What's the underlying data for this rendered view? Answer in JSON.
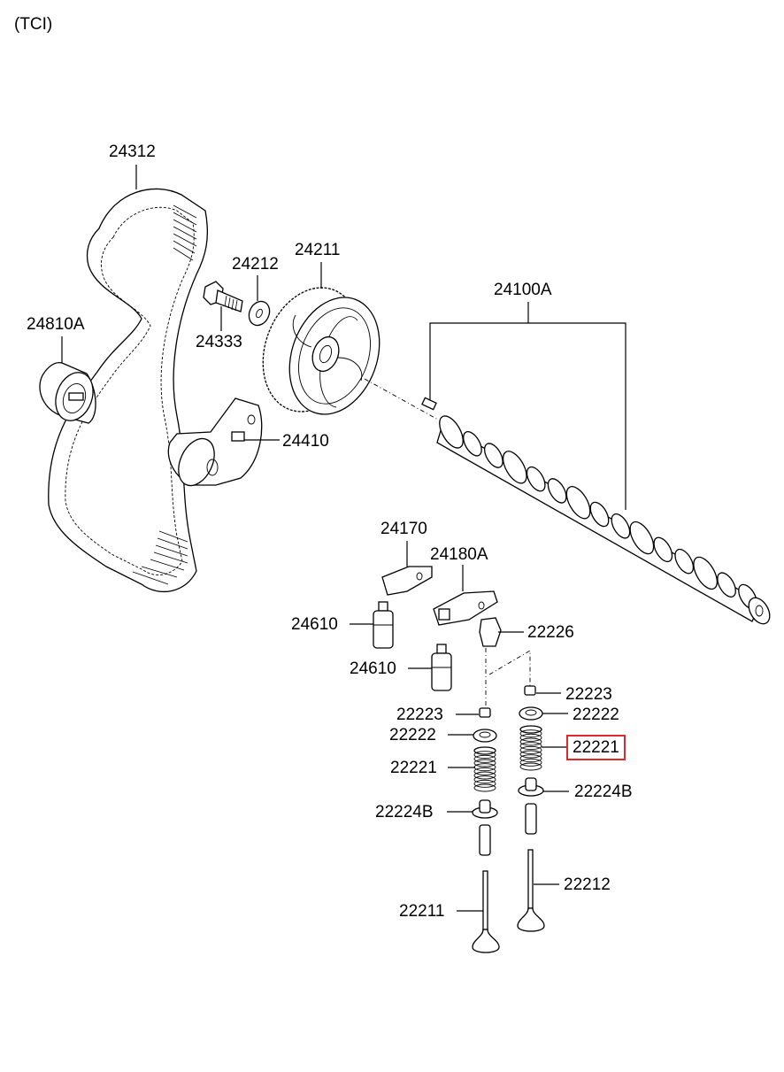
{
  "diagram": {
    "title": "(TCI)",
    "highlight_color": "#e0282a",
    "parts": [
      {
        "id": "24312",
        "label": "24312",
        "name": "timing-belt"
      },
      {
        "id": "24810A",
        "label": "24810A",
        "name": "idler-pulley"
      },
      {
        "id": "24212",
        "label": "24212",
        "name": "washer"
      },
      {
        "id": "24333",
        "label": "24333",
        "name": "sprocket-bolt"
      },
      {
        "id": "24211",
        "label": "24211",
        "name": "camshaft-sprocket"
      },
      {
        "id": "24410",
        "label": "24410",
        "name": "belt-tensioner"
      },
      {
        "id": "24100A",
        "label": "24100A",
        "name": "camshaft-assembly"
      },
      {
        "id": "24170",
        "label": "24170",
        "name": "rocker-arm"
      },
      {
        "id": "24180A",
        "label": "24180A",
        "name": "rocker-arm-assembly"
      },
      {
        "id": "24610a",
        "label": "24610",
        "name": "lash-adjuster"
      },
      {
        "id": "24610b",
        "label": "24610",
        "name": "lash-adjuster"
      },
      {
        "id": "22226",
        "label": "22226",
        "name": "valve-bridge"
      },
      {
        "id": "22223a",
        "label": "22223",
        "name": "valve-cotter"
      },
      {
        "id": "22223b",
        "label": "22223",
        "name": "valve-cotter"
      },
      {
        "id": "22222a",
        "label": "22222",
        "name": "spring-retainer"
      },
      {
        "id": "22222b",
        "label": "22222",
        "name": "spring-retainer"
      },
      {
        "id": "22221a",
        "label": "22221",
        "name": "valve-spring"
      },
      {
        "id": "22221b",
        "label": "22221",
        "name": "valve-spring",
        "highlighted": true
      },
      {
        "id": "22224Ba",
        "label": "22224B",
        "name": "valve-stem-seal"
      },
      {
        "id": "22224Bb",
        "label": "22224B",
        "name": "valve-stem-seal"
      },
      {
        "id": "22211",
        "label": "22211",
        "name": "intake-valve"
      },
      {
        "id": "22212",
        "label": "22212",
        "name": "exhaust-valve"
      }
    ]
  }
}
